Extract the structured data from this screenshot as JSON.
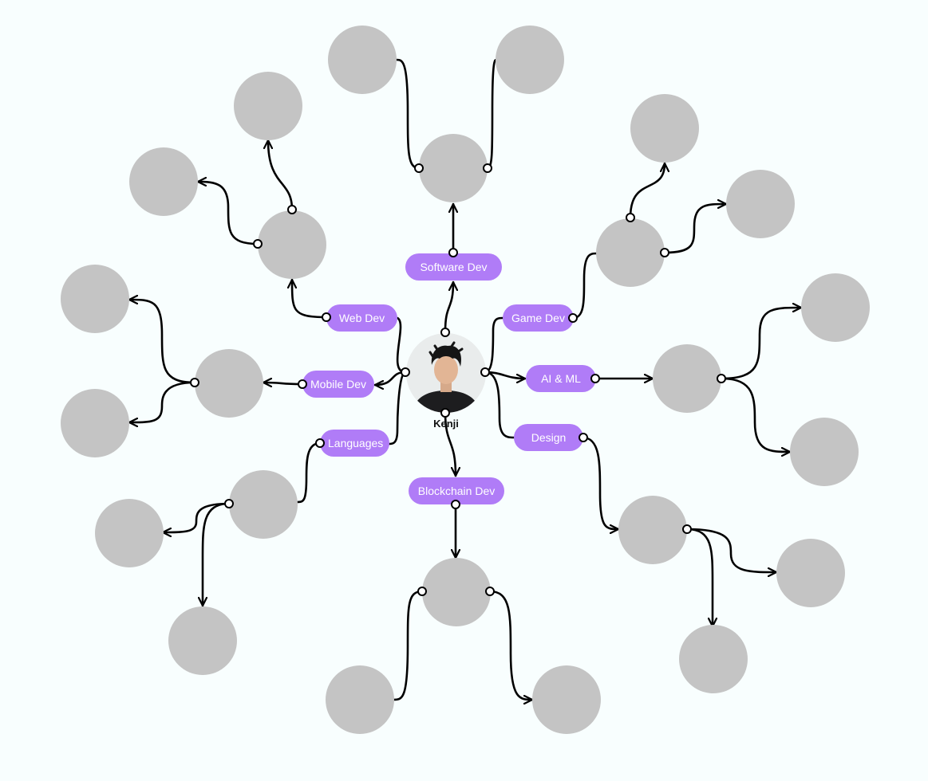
{
  "root": {
    "name": "Kenji",
    "avatar_icon": "person-portrait-icon"
  },
  "categories": [
    {
      "id": "software",
      "label": "Software Dev"
    },
    {
      "id": "web",
      "label": "Web Dev"
    },
    {
      "id": "game",
      "label": "Game Dev"
    },
    {
      "id": "mobile",
      "label": "Mobile Dev"
    },
    {
      "id": "aiml",
      "label": "AI & ML"
    },
    {
      "id": "design",
      "label": "Design"
    },
    {
      "id": "languages",
      "label": "Languages"
    },
    {
      "id": "blockchain",
      "label": "Blockchain Dev"
    }
  ],
  "colors": {
    "background": "#f8fefe",
    "pill": "#b07cf7",
    "pill_text": "#ffffff",
    "node": "#c4c4c4",
    "edge": "#000000"
  }
}
